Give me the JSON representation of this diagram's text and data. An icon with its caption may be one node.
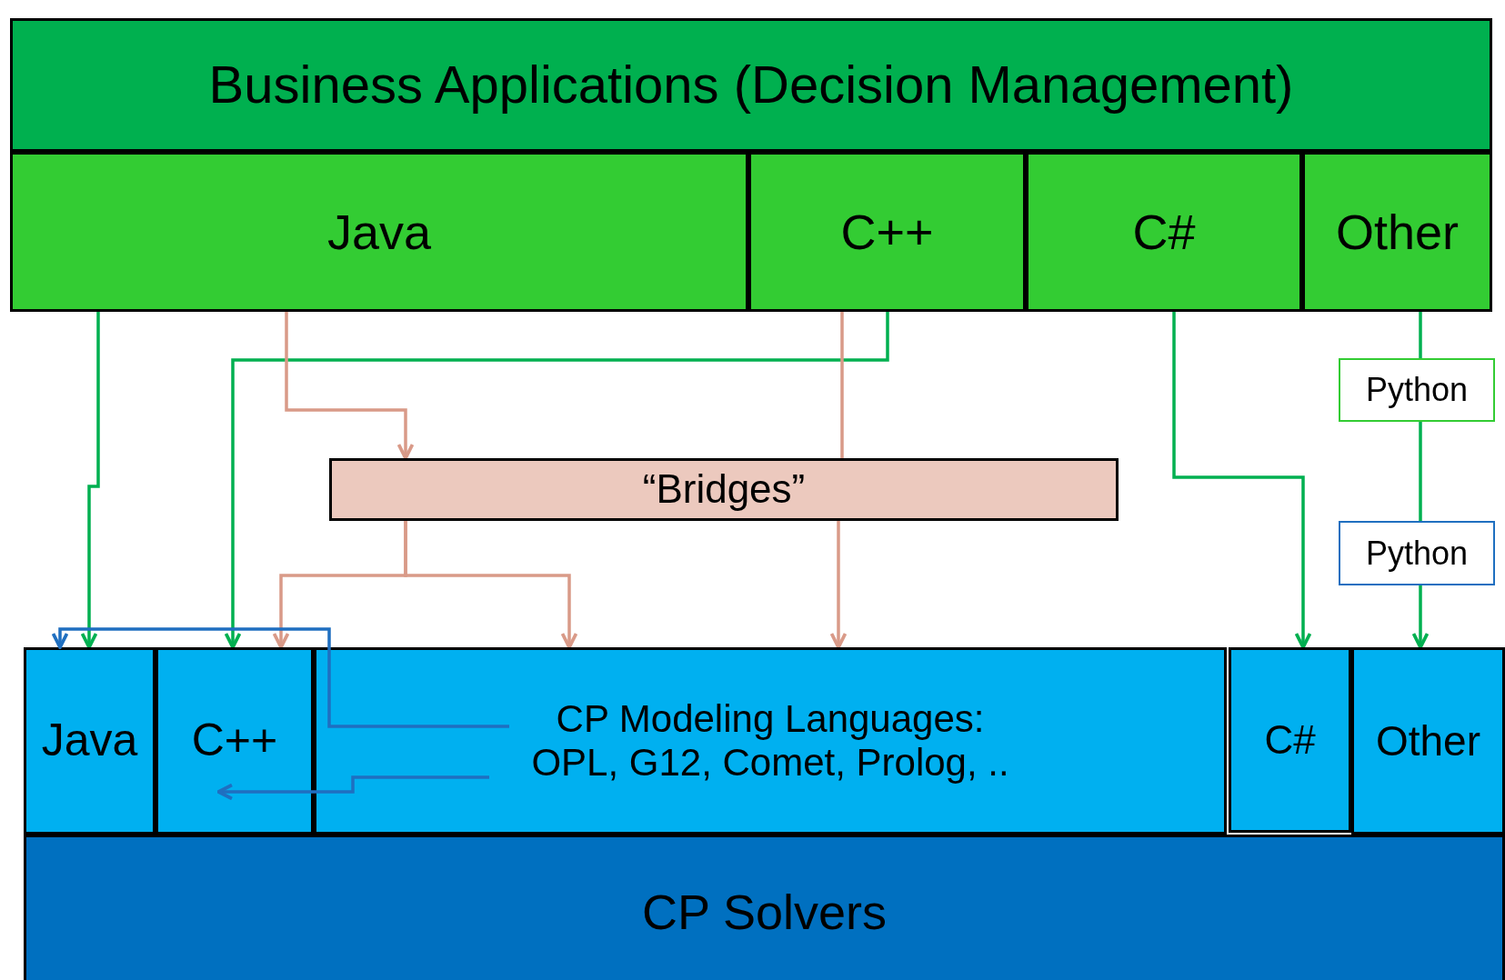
{
  "diagram": {
    "nodes": [
      {
        "text": [
          "Business Applications (Decision Management)"
        ]
      },
      {
        "text": [
          "Java"
        ]
      },
      {
        "text": [
          "C++"
        ]
      },
      {
        "text": [
          "C#"
        ]
      },
      {
        "text": [
          "Other"
        ]
      },
      {
        "text": [
          "Python"
        ]
      },
      {
        "text": [
          "“Bridges”"
        ]
      },
      {
        "text": [
          "Python"
        ]
      },
      {
        "text": [
          "Java"
        ]
      },
      {
        "text": [
          "C++"
        ]
      },
      {
        "text": [
          "CP Modeling Languages:",
          "OPL, G12, Comet, Prolog, .."
        ]
      },
      {
        "text": [
          "C#"
        ]
      },
      {
        "text": [
          "Other"
        ]
      },
      {
        "text": [
          "CP Solvers"
        ]
      }
    ],
    "edges": [
      {
        "from": 1,
        "to": 8,
        "arrow": "to"
      },
      {
        "from": 2,
        "to": 9,
        "arrow": "to"
      },
      {
        "from": 1,
        "to": 6,
        "arrow": "to",
        "color": "#d99a88"
      },
      {
        "from": 6,
        "to": 9,
        "arrow": "to",
        "color": "#d99a88"
      },
      {
        "from": 6,
        "to": 10,
        "arrow": "to",
        "color": "#d99a88"
      },
      {
        "from": 2,
        "to": 6,
        "arrow": "none",
        "color": "#d99a88"
      },
      {
        "from": 6,
        "to": 10,
        "arrow": "to",
        "color": "#d99a88"
      },
      {
        "from": 3,
        "to": 11,
        "arrow": "to"
      },
      {
        "from": 4,
        "to": 5,
        "arrow": "none"
      },
      {
        "from": 5,
        "to": 7,
        "arrow": "none"
      },
      {
        "from": 7,
        "to": 12,
        "arrow": "to"
      },
      {
        "from": 10,
        "to": 8,
        "arrow": "to",
        "color": "#1f6fc0"
      },
      {
        "from": 10,
        "to": 9,
        "arrow": "to",
        "color": "#1f6fc0"
      }
    ]
  }
}
